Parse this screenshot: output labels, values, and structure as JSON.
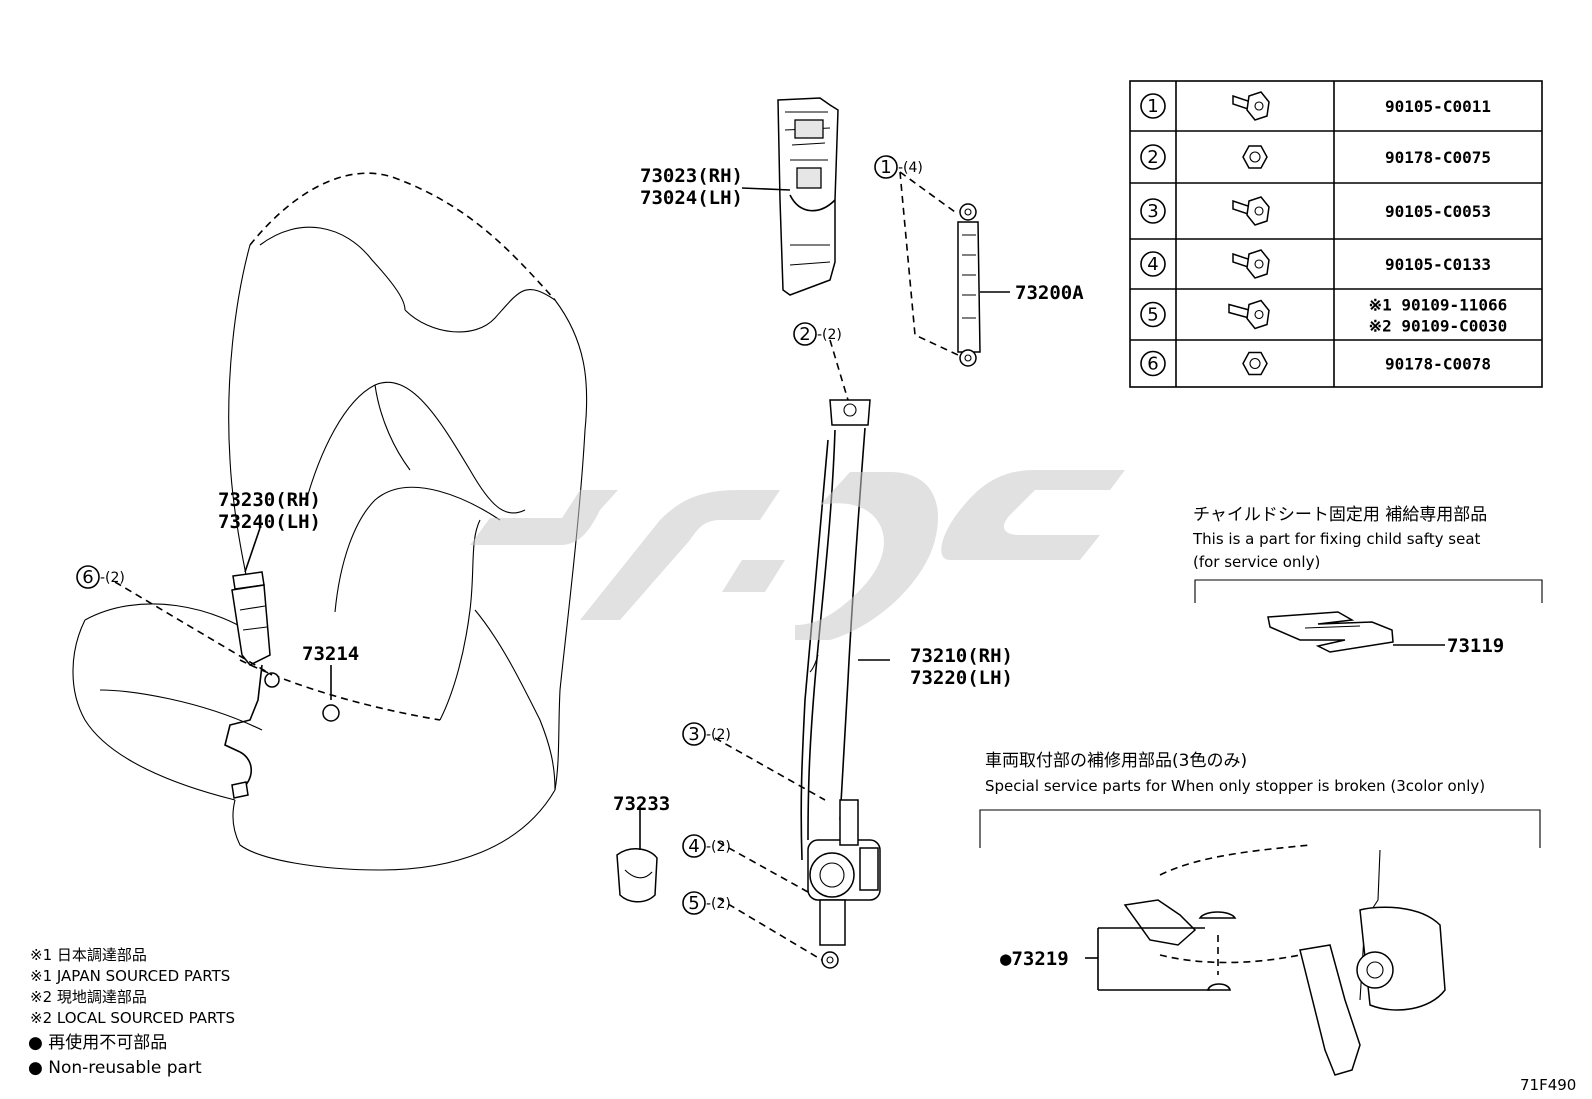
{
  "table": {
    "rows": [
      {
        "ref": "1",
        "icon": "bolt-icon",
        "part": "90105-C0011",
        "part2": ""
      },
      {
        "ref": "2",
        "icon": "nut-icon",
        "part": "90178-C0075",
        "part2": ""
      },
      {
        "ref": "3",
        "icon": "bolt-icon",
        "part": "90105-C0053",
        "part2": ""
      },
      {
        "ref": "4",
        "icon": "bolt-icon",
        "part": "90105-C0133",
        "part2": ""
      },
      {
        "ref": "5",
        "icon": "shoulder-bolt-icon",
        "part": "※1 90109-11066",
        "part2": "※2 90109-C0030"
      },
      {
        "ref": "6",
        "icon": "nut-icon",
        "part": "90178-C0078",
        "part2": ""
      }
    ]
  },
  "labels": {
    "pillar_rh": "73023(RH)",
    "pillar_lh": "73024(LH)",
    "anchor": "73200A",
    "buckle_rh": "73230(RH)",
    "buckle_lh": "73240(LH)",
    "grommet": "73214",
    "belt_rh": "73210(RH)",
    "belt_lh": "73220(LH)",
    "cover": "73233",
    "child_plate": "73119",
    "stopper": "●73219"
  },
  "callouts": {
    "c1": {
      "num": "1",
      "qty": "-(4)"
    },
    "c2": {
      "num": "2",
      "qty": "-(2)"
    },
    "c3": {
      "num": "3",
      "qty": "-(2)"
    },
    "c4": {
      "num": "4",
      "qty": "-(2)"
    },
    "c5": {
      "num": "5",
      "qty": "-(2)"
    },
    "c6": {
      "num": "6",
      "qty": "-(2)"
    }
  },
  "child_seat": {
    "jp": "チャイルドシート固定用  補給専用部品",
    "en1": "This is a part for fixing child safty seat",
    "en2": "(for service only)"
  },
  "stopper_box": {
    "jp": "車両取付部の補修用部品(3色のみ)",
    "en": "Special service parts for When only stopper is broken (3color only)"
  },
  "legend": [
    "※1 日本調達部品",
    "※1 JAPAN SOURCED PARTS",
    "※2 現地調達部品",
    "※2 LOCAL SOURCED PARTS",
    "● 再使用不可部品",
    "● Non-reusable part"
  ],
  "figure_ref": "71F490"
}
